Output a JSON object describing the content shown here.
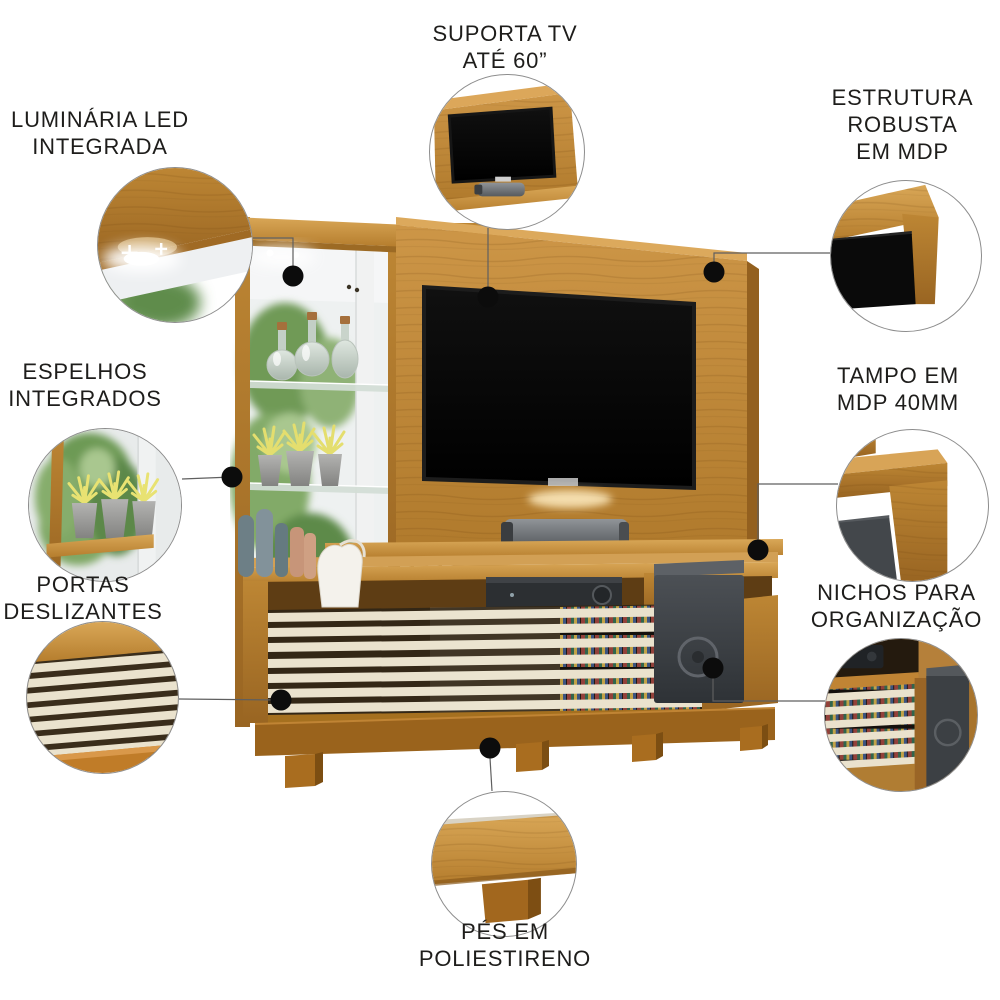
{
  "meta": {
    "title": "Infográfico de estante home theater",
    "language": "pt-BR",
    "background": "#ffffff"
  },
  "palette": {
    "wood": "#bd8634",
    "wood_light": "#d9a757",
    "wood_dark": "#8f5c1d",
    "slat_cream": "#eae2cd",
    "tv_black": "#0a0a0a",
    "electronics_gray": "#3f4347",
    "text": "#1e1d1b",
    "connector_line": "#5f5f5f",
    "callout_dot": "#0c0c0c",
    "circle_border": "#8d8d8d"
  },
  "callouts": [
    {
      "id": "suporta-tv",
      "label": "SUPORTA TV\nATÉ 60”",
      "circle_content": "tv-on-panel-closeup"
    },
    {
      "id": "luminaria-led",
      "label": "LUMINÁRIA LED\nINTEGRADA",
      "circle_content": "led-spotlight-closeup"
    },
    {
      "id": "estrutura-mdp",
      "label": "ESTRUTURA\nROBUSTA\nEM MDP",
      "circle_content": "mdp-panel-corner-closeup"
    },
    {
      "id": "espelhos",
      "label": "ESPELHOS\nINTEGRADOS",
      "circle_content": "mirror-with-plants-closeup"
    },
    {
      "id": "tampo-mdp",
      "label": "TAMPO EM\nMDP 40MM",
      "circle_content": "40mm-top-edge-closeup"
    },
    {
      "id": "portas",
      "label": "PORTAS\nDESLIZANTES",
      "circle_content": "sliding-slatted-door-closeup"
    },
    {
      "id": "nichos",
      "label": "NICHOS PARA\nORGANIZAÇÃO",
      "circle_content": "storage-niches-closeup"
    },
    {
      "id": "pes",
      "label": "PÉS EM\nPOLIESTIRENO",
      "circle_content": "polystyrene-foot-closeup"
    }
  ]
}
